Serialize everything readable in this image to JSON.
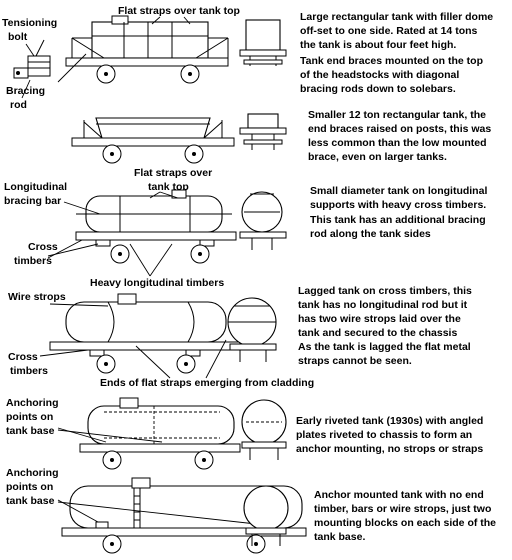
{
  "labels": {
    "flat_straps_top_1": "Flat straps over tank top",
    "tensioning_bolt_1": "Tensioning",
    "tensioning_bolt_2": "bolt",
    "bracing_rod_1": "Bracing",
    "bracing_rod_2": "rod",
    "flat_straps_top_2a": "Flat straps over",
    "flat_straps_top_2b": "tank top",
    "long_bar_1": "Longitudinal",
    "long_bar_2": "bracing bar",
    "cross_timbers_1a": "Cross",
    "cross_timbers_1b": "timbers",
    "heavy_long_timbers": "Heavy longitudinal timbers",
    "wire_strops": "Wire strops",
    "cross_timbers_2a": "Cross",
    "cross_timbers_2b": "timbers",
    "ends_flat_straps": "Ends of flat straps emerging from cladding",
    "anchoring_1a": "Anchoring",
    "anchoring_1b": "points on",
    "anchoring_1c": "tank base",
    "anchoring_2a": "Anchoring",
    "anchoring_2b": "points on",
    "anchoring_2c": "tank base"
  },
  "descriptions": {
    "d1": [
      "Large rectangular tank with filler dome",
      "off-set to one side.  Rated at 14 tons",
      "the tank is about four feet high.",
      "Tank end braces mounted on the top",
      "of the headstocks with diagonal",
      "bracing rods down to solebars."
    ],
    "d2": [
      "Smaller 12 ton  rectangular tank, the",
      "end braces raised on posts, this was",
      "less common than the low mounted",
      "brace, even on larger tanks."
    ],
    "d3": [
      "Small diameter tank on  longitudinal",
      "supports with heavy cross timbers.",
      "This tank has an additional bracing",
      "rod along the tank sides"
    ],
    "d4": [
      "Lagged tank on cross timbers, this",
      "tank has no longitudinal rod but it",
      "has two wire strops laid over the",
      "tank and secured to the chassis",
      "As the tank is lagged the flat metal",
      "straps cannot be seen."
    ],
    "d5": [
      "Early riveted tank (1930s) with angled",
      "plates riveted to chassis to form an",
      "anchor mounting, no strops or straps"
    ],
    "d6": [
      "Anchor mounted tank with  no end",
      "timber, bars or wire strops, just two",
      "mounting blocks on each side of the",
      "tank base."
    ]
  }
}
